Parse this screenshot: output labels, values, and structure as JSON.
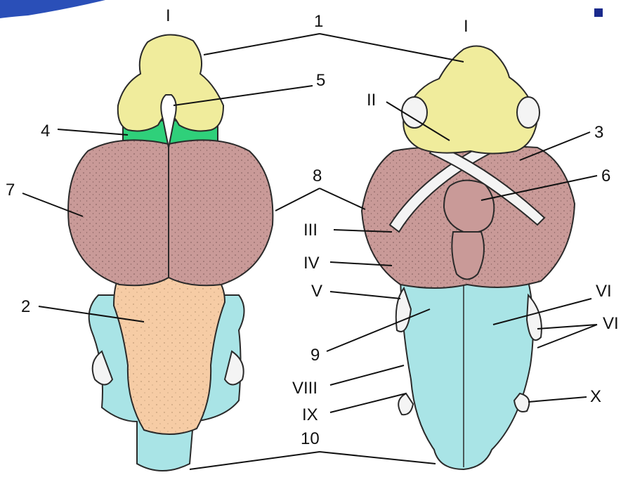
{
  "colors": {
    "olfactory": "#f0ec9c",
    "cerebral": "#c99a98",
    "cerebellum": "#f6cca5",
    "medulla": "#a9e4e6",
    "diencephalon_green": "#2fd07a",
    "nerves": "#f4f4f4",
    "corner_mark": "#1a2a8c"
  },
  "labels": {
    "nerve_I_left": "I",
    "nerve_I_right": "I",
    "n1": "1",
    "n5": "5",
    "n4": "4",
    "nerve_II": "II",
    "n3": "3",
    "n8": "8",
    "n6": "6",
    "n7": "7",
    "nerve_III": "III",
    "nerve_IV": "IV",
    "n2": "2",
    "nerve_V": "V",
    "nerve_VI": "VI",
    "nerve_VII": "VI",
    "n9": "9",
    "nerve_VIII": "VIII",
    "nerve_IX": "IX",
    "nerve_X": "X",
    "n10": "10"
  }
}
